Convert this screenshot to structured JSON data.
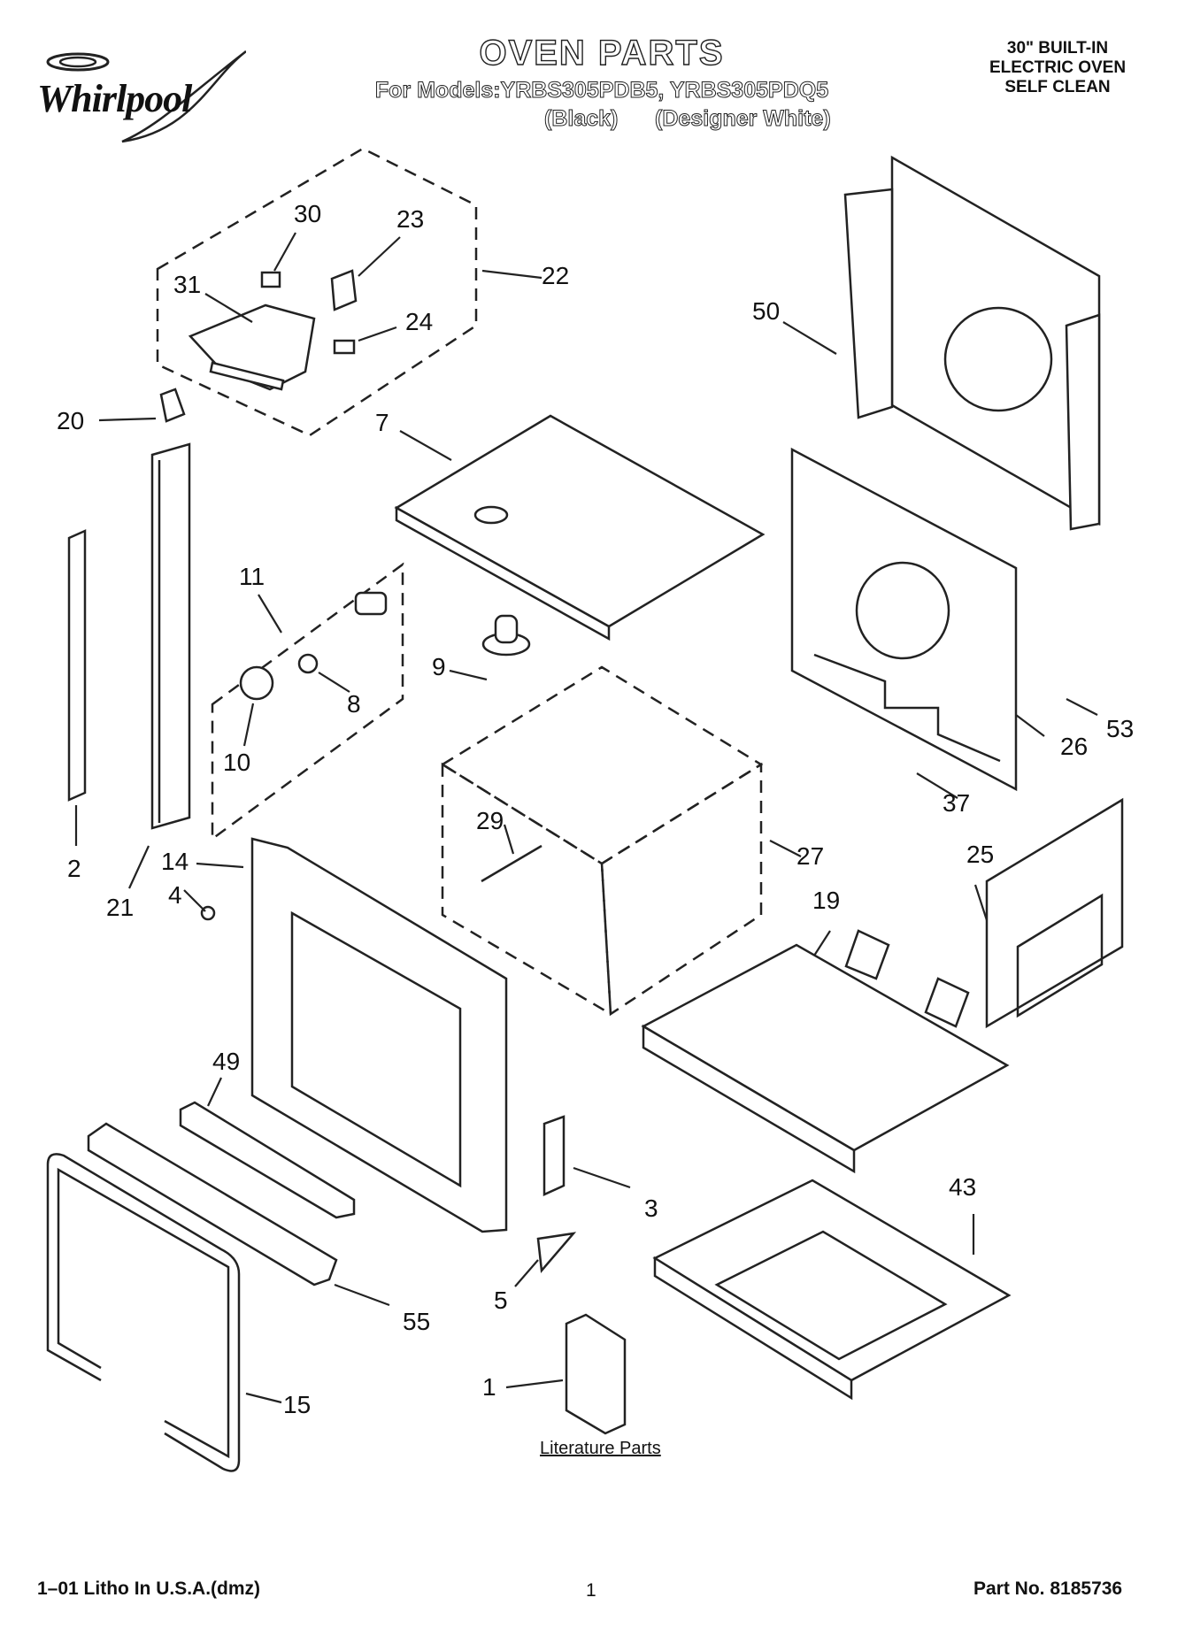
{
  "brand": {
    "logo_text": "Whirlpool"
  },
  "header": {
    "title": "OVEN PARTS",
    "models": "For Models:YRBS305PDB5, YRBS305PDQ5",
    "variants": "(Black)      (Designer White)",
    "oven_type": [
      "30\" BUILT-IN",
      "ELECTRIC OVEN",
      "SELF CLEAN"
    ]
  },
  "callouts": [
    "30",
    "23",
    "22",
    "31",
    "24",
    "20",
    "50",
    "7",
    "11",
    "9",
    "8",
    "10",
    "53",
    "26",
    "2",
    "21",
    "14",
    "4",
    "29",
    "27",
    "37",
    "25",
    "19",
    "49",
    "3",
    "43",
    "5",
    "55",
    "1",
    "15"
  ],
  "literature_label": "Literature Parts",
  "footer": {
    "left": "1–01 Litho In U.S.A.(dmz)",
    "center": "1",
    "right": "Part No. 8185736"
  },
  "colors": {
    "ink": "#222222",
    "paper": "#ffffff"
  }
}
